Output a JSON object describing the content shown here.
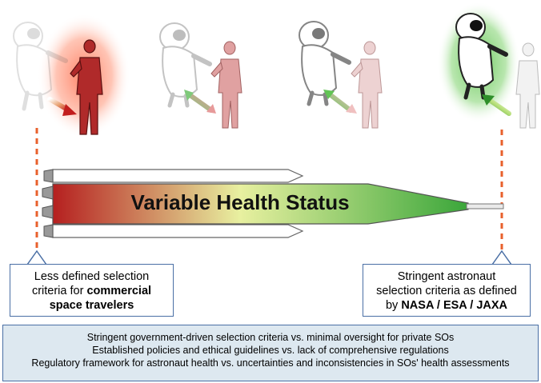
{
  "rocket": {
    "label": "Variable Health Status"
  },
  "left_callout": {
    "line1": "Less defined selection",
    "line2_prefix": "criteria for ",
    "line2_bold": "commercial",
    "line3_bold": "space travelers"
  },
  "right_callout": {
    "line1": "Stringent astronaut",
    "line2": "selection criteria as defined",
    "line3_prefix": "by ",
    "line3_bold": "NASA / ESA / JAXA"
  },
  "comparisons": [
    "Stringent government-driven selection criteria vs. minimal oversight for private SOs",
    "Established policies and ethical guidelines vs. lack of comprehensive regulations",
    "Regulatory framework for astronaut health vs. uncertainties and inconsistencies in SOs' health assessments"
  ],
  "colors": {
    "red": "#b51f1f",
    "yellow": "#e8f0a0",
    "green": "#3aa63a",
    "dashed_line": "#e8602c",
    "border_blue": "#4a6fa5",
    "panel_bg": "#dde8f0"
  }
}
